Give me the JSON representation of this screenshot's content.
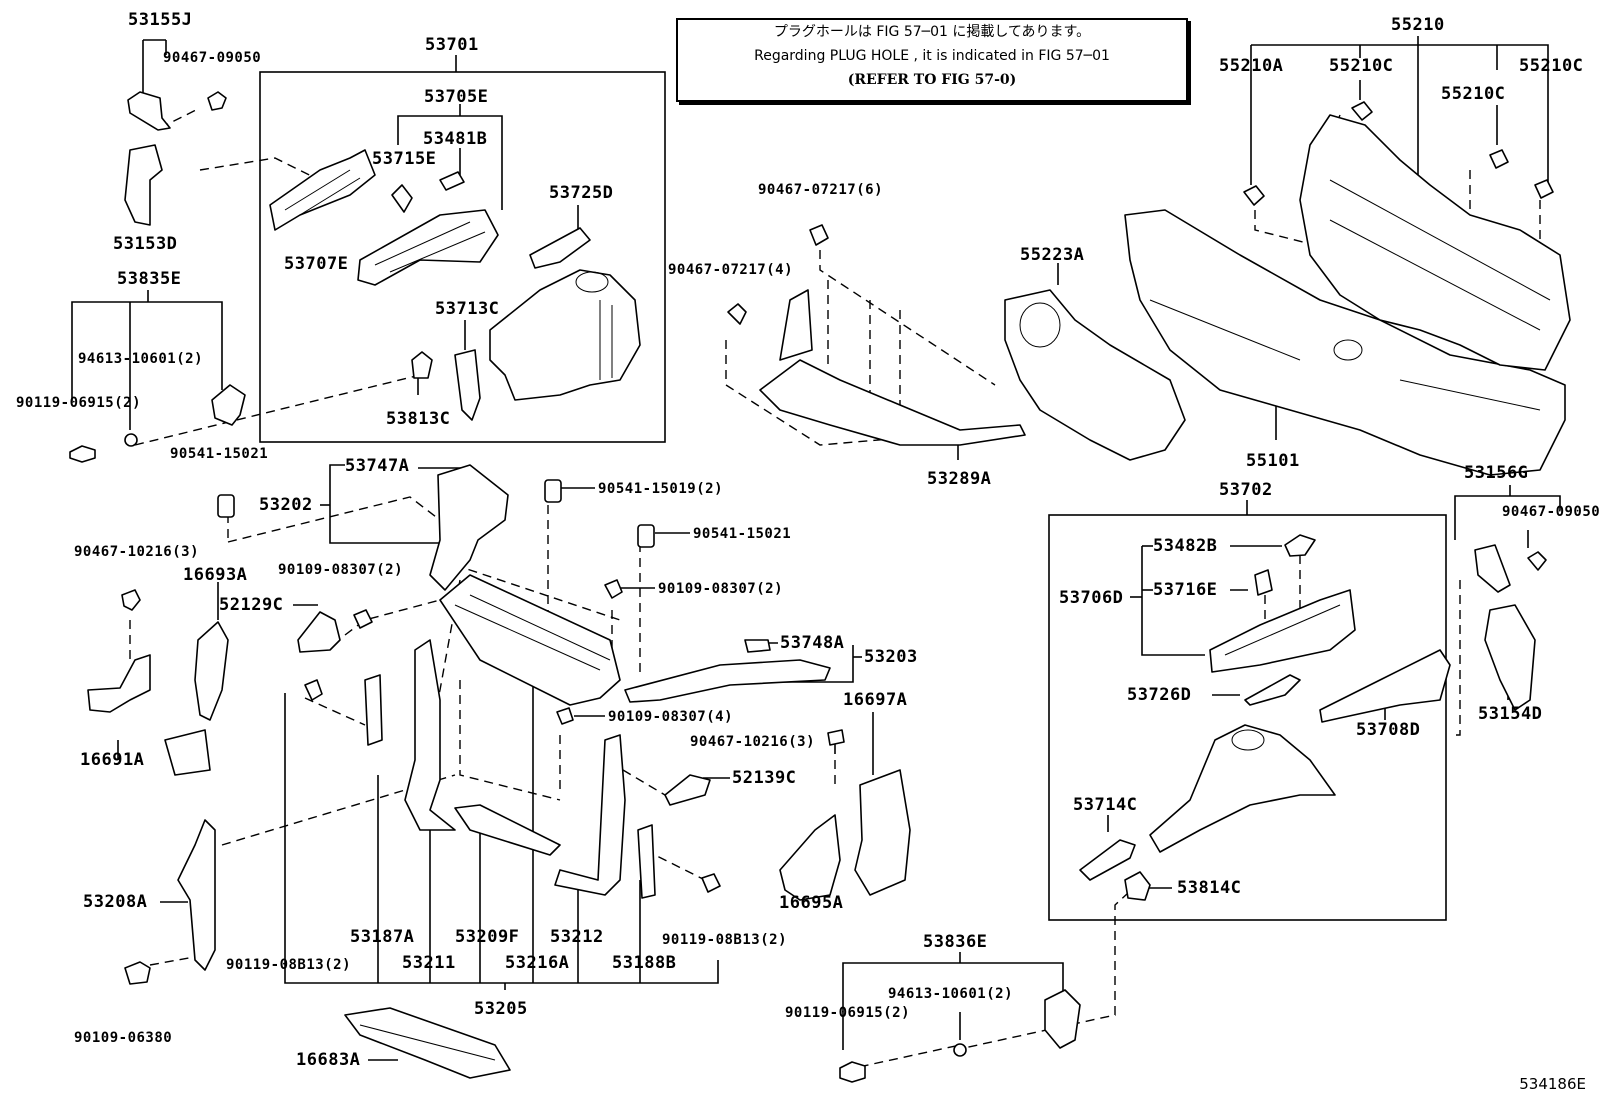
{
  "notice": {
    "line1": "プラグホールは FIG 57─01 に掲載してあります。",
    "line2": "Regarding  PLUG  HOLE , it is indicated in FIG  57─01",
    "line3": "(REFER TO FIG 57-0)"
  },
  "labels": {
    "p53155J": "53155J",
    "p90467_09050a": "90467-09050",
    "p53153D": "53153D",
    "p53701": "53701",
    "p53705E": "53705E",
    "p53481B": "53481B",
    "p53715E": "53715E",
    "p53725D": "53725D",
    "p53707E": "53707E",
    "p53713C": "53713C",
    "p53813C": "53813C",
    "p53835E": "53835E",
    "p94613a": "94613-10601(2)",
    "p90119_06915a": "90119-06915(2)",
    "p90541_15021a": "90541-15021",
    "p90467_10216a": "90467-10216(3)",
    "p16693A": "16693A",
    "p52129C": "52129C",
    "p16691A": "16691A",
    "p53747A": "53747A",
    "p53202": "53202",
    "p90109_08307a": "90109-08307(2)",
    "p90541_15019": "90541-15019(2)",
    "p90541_15021b": "90541-15021",
    "p90109_08307b": "90109-08307(2)",
    "p53748A": "53748A",
    "p53203": "53203",
    "p90109_08307c": "90109-08307(4)",
    "p90467_10216b": "90467-10216(3)",
    "p52139C": "52139C",
    "p16697A": "16697A",
    "p16695A": "16695A",
    "p53208A": "53208A",
    "p90109_06380": "90109-06380",
    "p53187A": "53187A",
    "p53209F": "53209F",
    "p53212": "53212",
    "p90119_08B13a": "90119-08B13(2)",
    "p53211": "53211",
    "p53216A": "53216A",
    "p53188B": "53188B",
    "p90119_08B13b": "90119-08B13(2)",
    "p53205": "53205",
    "p16683A": "16683A",
    "p90467_07217_6": "90467-07217(6)",
    "p90467_07217_4": "90467-07217(4)",
    "p53289A": "53289A",
    "p55223A": "55223A",
    "p55210": "55210",
    "p55210A": "55210A",
    "p55210C_a": "55210C",
    "p55210C_b": "55210C",
    "p55210C_c": "55210C",
    "p55101": "55101",
    "p53702": "53702",
    "p53482B": "53482B",
    "p53706D": "53706D",
    "p53716E": "53716E",
    "p53726D": "53726D",
    "p53708D": "53708D",
    "p53714C": "53714C",
    "p53814C": "53814C",
    "p53156G": "53156G",
    "p90467_09050b": "90467-09050",
    "p53154D": "53154D",
    "p53836E": "53836E",
    "p94613b": "94613-10601(2)",
    "p90119_06915b": "90119-06915(2)"
  },
  "figure_code": "534186E"
}
